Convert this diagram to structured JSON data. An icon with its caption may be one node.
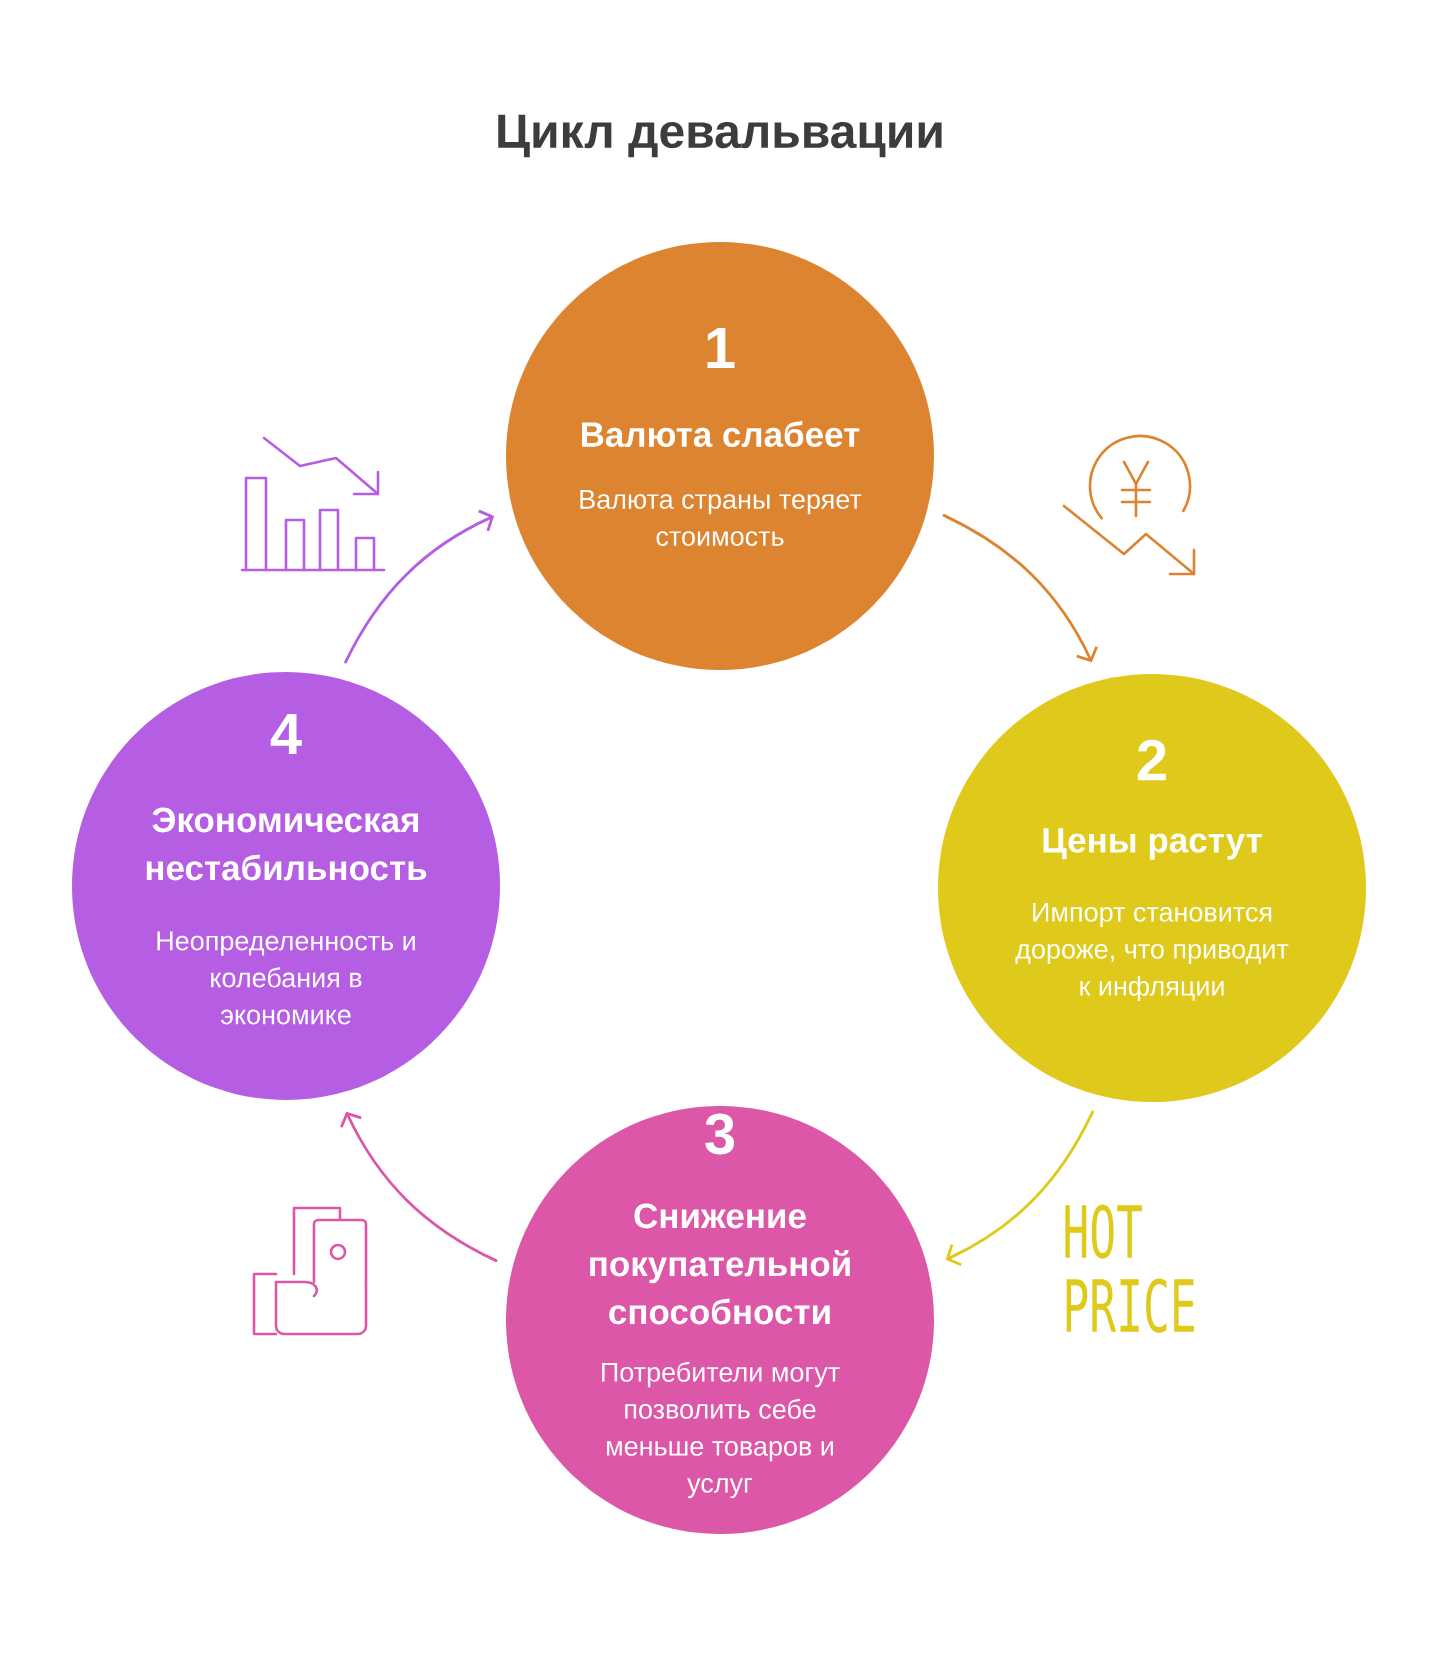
{
  "diagram": {
    "title": "Цикл девальвации",
    "nodes": [
      {
        "text": [
          "1",
          "Валюта слабеет",
          "Валюта страны теряет стоимость"
        ]
      },
      {
        "text": [
          "2",
          "Цены растут",
          "Импорт становится дороже, что приводит к инфляции"
        ]
      },
      {
        "text": [
          "3",
          "Снижение покупательной способности",
          "Потребители могут позволить себе меньше товаров и услуг"
        ]
      },
      {
        "text": [
          "4",
          "Экономическая нестабильность",
          "Неопределенность и колебания в экономике"
        ]
      }
    ],
    "edges": [
      {
        "from": 0,
        "to": 1,
        "arrow": "to",
        "color": "#dd8431"
      },
      {
        "from": 1,
        "to": 2,
        "arrow": "to",
        "color": "#dfc91a"
      },
      {
        "from": 2,
        "to": 3,
        "arrow": "to",
        "color": "#dc57a7"
      },
      {
        "from": 3,
        "to": 0,
        "arrow": "to",
        "color": "#b55de3"
      }
    ],
    "labels": [
      "HOT PRICE"
    ]
  }
}
